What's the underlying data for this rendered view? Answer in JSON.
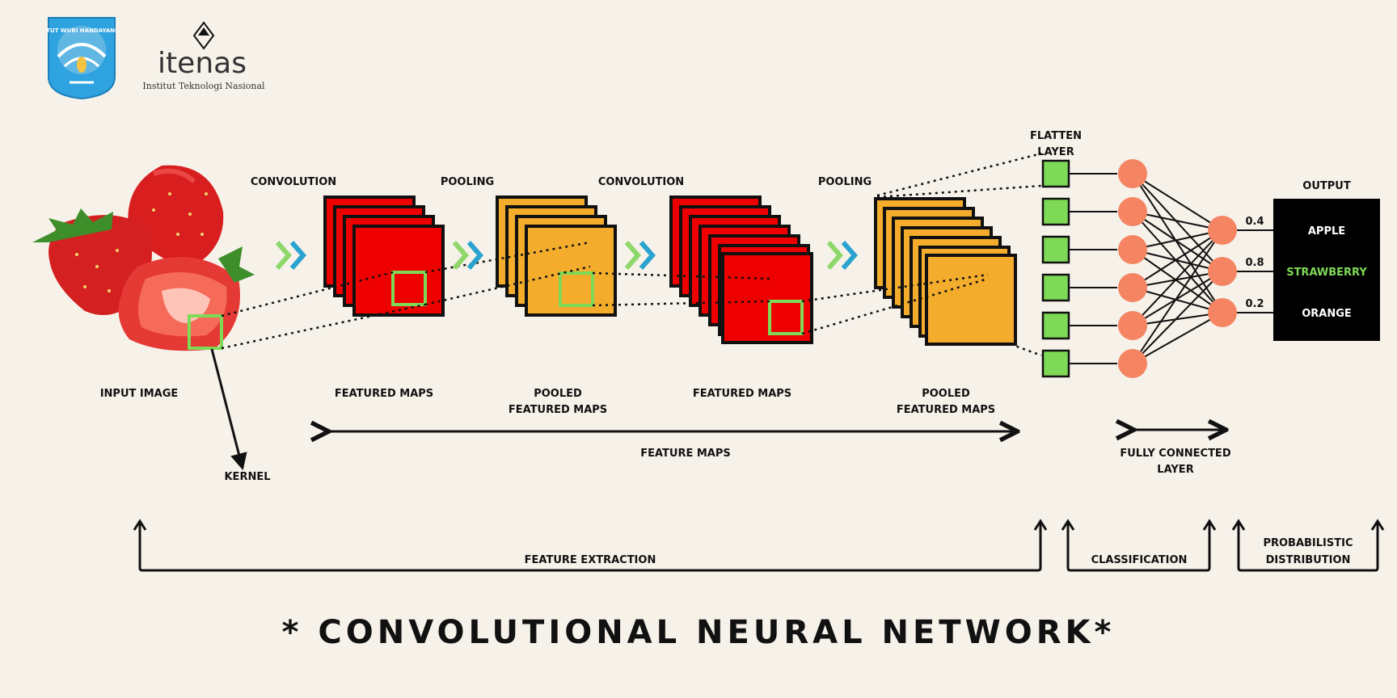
{
  "logos": {
    "tut_wuri": "TUT WURI HANDAYANI",
    "itenas_name": "itenas",
    "itenas_full": "Institut Teknologi Nasional"
  },
  "stages": {
    "convolution_1": "CONVOLUTION",
    "pooling_1": "POOLING",
    "convolution_2": "CONVOLUTION",
    "pooling_2": "POOLING",
    "flatten_line1": "FLATTEN",
    "flatten_line2": "LAYER",
    "output": "OUTPUT"
  },
  "labels": {
    "input_image": "INPUT IMAGE",
    "kernel": "KERNEL",
    "featured_maps_1": "FEATURED MAPS",
    "pooled_1_line1": "POOLED",
    "pooled_1_line2": "FEATURED MAPS",
    "featured_maps_2": "FEATURED MAPS",
    "pooled_2_line1": "POOLED",
    "pooled_2_line2": "FEATURED MAPS",
    "feature_maps": "FEATURE MAPS",
    "fully_connected_line1": "FULLY CONNECTED",
    "fully_connected_line2": "LAYER"
  },
  "outputs": [
    {
      "value": "0.4",
      "label": "APPLE",
      "highlight": false
    },
    {
      "value": "0.8",
      "label": "STRAWBERRY",
      "highlight": true
    },
    {
      "value": "0.2",
      "label": "ORANGE",
      "highlight": false
    }
  ],
  "sections": {
    "feature_extraction": "FEATURE EXTRACTION",
    "classification": "CLASSIFICATION",
    "prob_line1": "PROBABILISTIC",
    "prob_line2": "DISTRIBUTION"
  },
  "title": "* CONVOLUTIONAL NEURAL NETWORK*",
  "colors": {
    "background": "#f6f2ea",
    "feature_map_red": "#ee0000",
    "pooled_orange": "#f4ac2c",
    "kernel_green": "#7ed957",
    "flatten_green": "#7ed957",
    "neuron": "#f58462",
    "output_box": "#000000",
    "highlight_text": "#7ed957"
  }
}
